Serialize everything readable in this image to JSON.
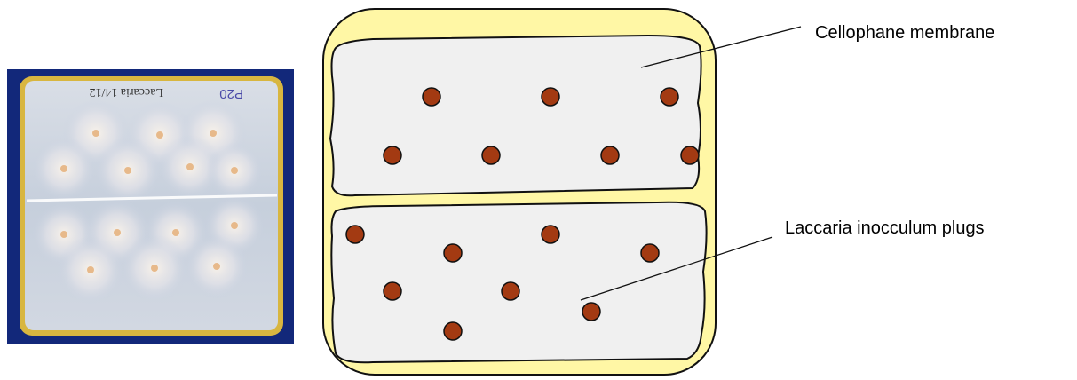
{
  "labels": {
    "cellophane": "Cellophane membrane",
    "plugs": "Laccaria inocculum plugs"
  },
  "photo": {
    "handwriting": "Laccaria 14/12",
    "plate_id": "P20"
  },
  "colors": {
    "plate_rim": "#fff7a5",
    "plate_outline": "#111111",
    "membrane_fill": "#f0f0f0",
    "plug_fill": "#a33a12",
    "photo_background": "#12287a",
    "agar": "#d4dce8",
    "colony": "#f4ece0"
  },
  "icons": [
    "petri-dish-photo",
    "petri-dish-diagram",
    "inoculum-plug"
  ]
}
